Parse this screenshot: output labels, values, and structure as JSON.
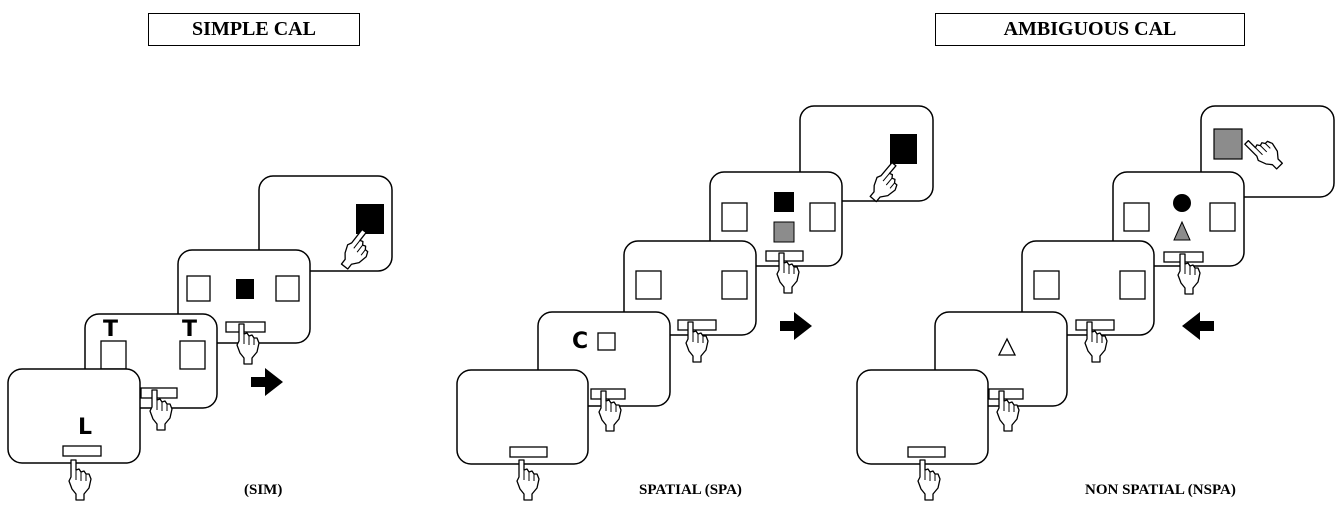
{
  "headers": {
    "simple": "SIMPLE CAL",
    "ambiguous": "AMBIGUOUS CAL"
  },
  "conditions": {
    "sim": "(SIM)",
    "spa": "SPATIAL  (SPA)",
    "nspa": "NON SPATIAL  (NSPA)"
  },
  "stimuli": {
    "sim_cue": "L",
    "sim_target_left": "T",
    "sim_target_right": "T",
    "spa_cue": "C"
  },
  "colors": {
    "black": "#000000",
    "gray": "#8c8c8c"
  },
  "icons": [
    "pointing-hand-icon",
    "right-arrow-icon",
    "left-arrow-icon",
    "triangle-icon",
    "circle-icon"
  ]
}
